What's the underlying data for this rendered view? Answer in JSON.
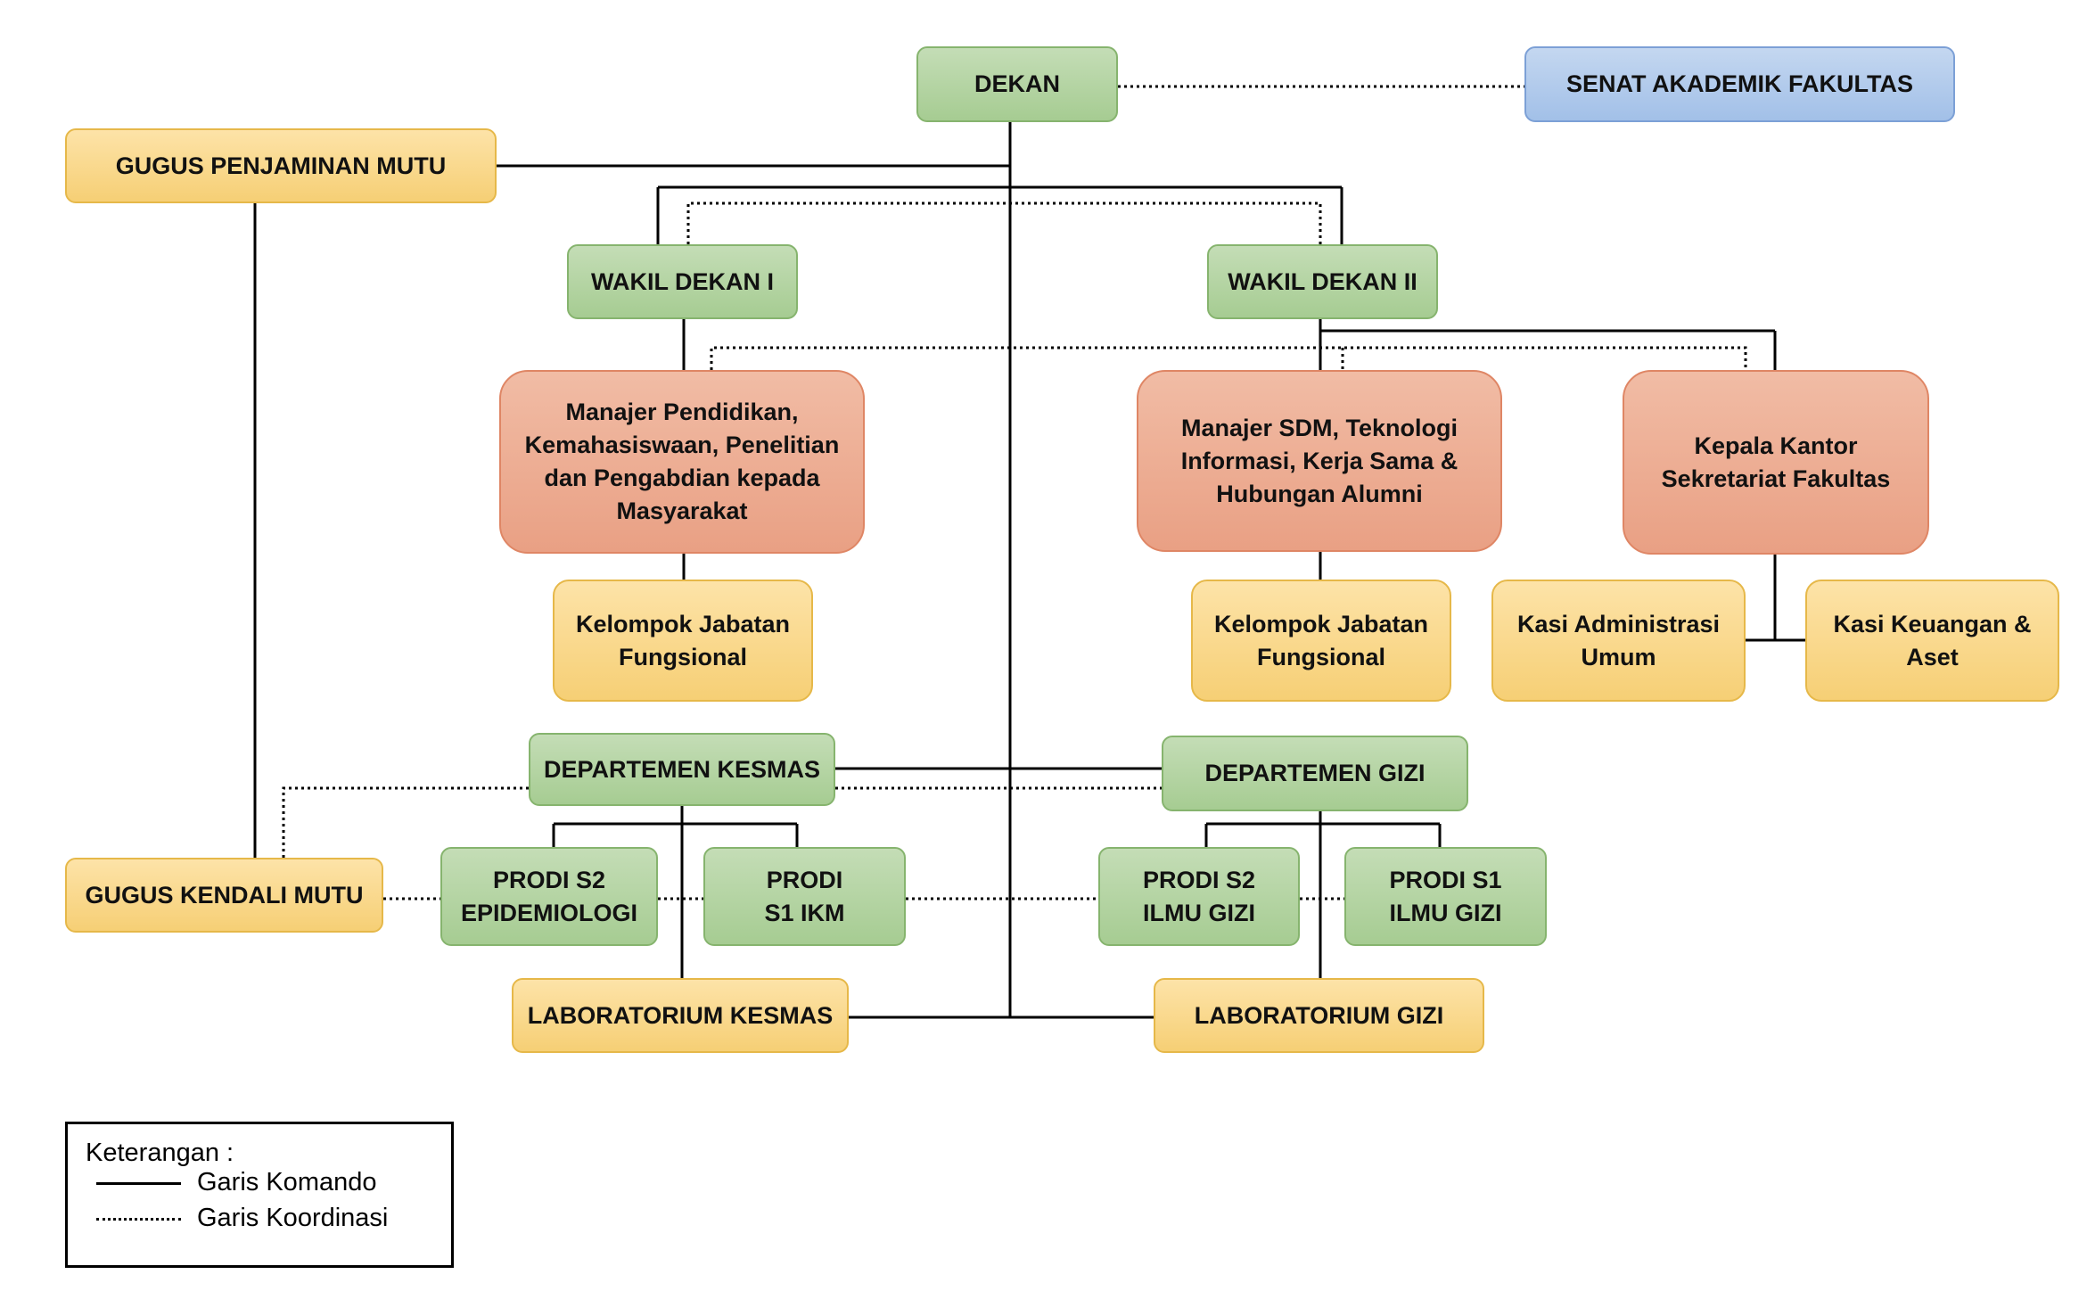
{
  "nodes": {
    "dekan": "DEKAN",
    "senat": "SENAT AKADEMIK FAKULTAS",
    "gugus_penjaminan": "GUGUS PENJAMINAN MUTU",
    "wakil_dekan_1": "WAKIL DEKAN I",
    "wakil_dekan_2": "WAKIL DEKAN II",
    "manajer_pendidikan": "Manajer Pendidikan, Kemahasiswaan, Penelitian dan Pengabdian kepada Masyarakat",
    "manajer_sdm": "Manajer SDM, Teknologi Informasi, Kerja Sama & Hubungan Alumni",
    "kepala_kantor": "Kepala Kantor Sekretariat Fakultas",
    "kjf_1": "Kelompok Jabatan Fungsional",
    "kjf_2": "Kelompok Jabatan Fungsional",
    "kasi_admin": "Kasi Administrasi Umum",
    "kasi_keuangan": "Kasi Keuangan & Aset",
    "dept_kesmas": "DEPARTEMEN KESMAS",
    "dept_gizi": "DEPARTEMEN GIZI",
    "gugus_kendali": "GUGUS KENDALI MUTU",
    "prodi_s2_epid": "PRODI S2 EPIDEMIOLOGI",
    "prodi_s1_ikm": "PRODI S1 IKM",
    "prodi_s2_gizi": "PRODI S2 ILMU GIZI",
    "prodi_s1_gizi": "PRODI S1 ILMU GIZI",
    "lab_kesmas": "LABORATORIUM KESMAS",
    "lab_gizi": "LABORATORIUM GIZI"
  },
  "legend": {
    "title": "Keterangan :",
    "command": "Garis Komando",
    "coordination": "Garis Koordinasi"
  },
  "colors": {
    "unit_green": "#a6cc92",
    "unit_yellow": "#f6cf75",
    "unit_blue": "#a2c0e8",
    "unit_salmon": "#e9a084",
    "line": "#000000"
  }
}
